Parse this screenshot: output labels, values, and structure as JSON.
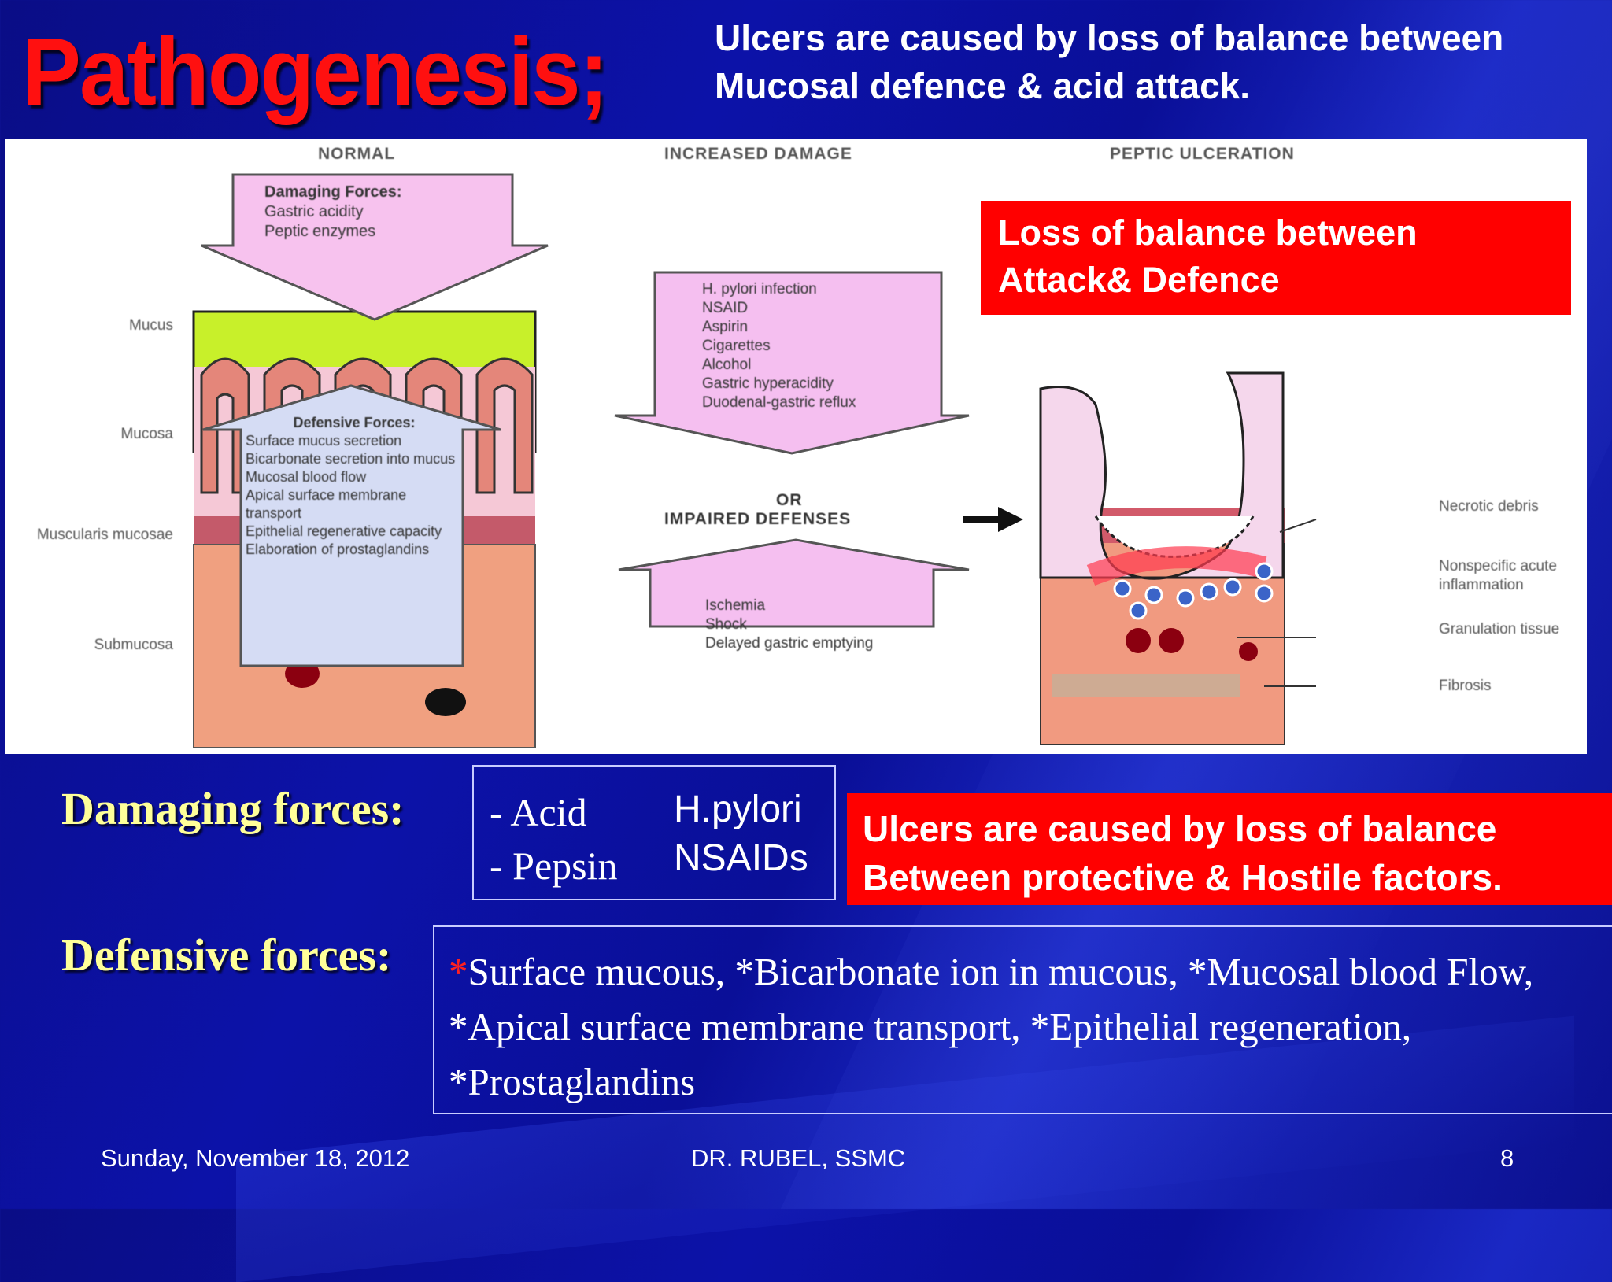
{
  "slide": {
    "title": "Pathogenesis;",
    "subtitle_line1": "Ulcers are caused by loss of balance between",
    "subtitle_line2": "Mucosal defence & acid attack.",
    "colors": {
      "background": "#0c12a8",
      "title": "#ff1010",
      "callout": "#ff0000",
      "label": "#ffff99",
      "text": "#ffffff"
    }
  },
  "figure": {
    "headings": [
      "NORMAL",
      "INCREASED DAMAGE",
      "PEPTIC ULCERATION"
    ],
    "layer_labels": [
      "Mucus",
      "Mucosa",
      "Muscularis mucosae",
      "Submucosa"
    ],
    "damaging_arrow": {
      "title": "Damaging Forces:",
      "items": [
        "Gastric acidity",
        "Peptic enzymes"
      ]
    },
    "defensive_arrow": {
      "title": "Defensive Forces:",
      "items": [
        "Surface mucus secretion",
        "Bicarbonate secretion into mucus",
        "Mucosal blood flow",
        "Apical surface membrane transport",
        "Epithelial regenerative capacity",
        "Elaboration of prostaglandins"
      ]
    },
    "increased_damage_arrow": {
      "items": [
        "H. pylori infection",
        "NSAID",
        "Aspirin",
        "Cigarettes",
        "Alcohol",
        "Gastric hyperacidity",
        "Duodenal-gastric reflux"
      ]
    },
    "or_label": "OR",
    "impaired_label": "IMPAIRED DEFENSES",
    "impaired_arrow": {
      "items": [
        "Ischemia",
        "Shock",
        "Delayed gastric emptying"
      ]
    },
    "ulcer_labels": [
      "Necrotic debris",
      "Nonspecific acute inflammation",
      "Granulation tissue",
      "Fibrosis"
    ],
    "callout": {
      "line1": "Loss of balance between",
      "line2": "Attack& Defence"
    }
  },
  "damaging": {
    "label": "Damaging forces:",
    "col1": [
      "- Acid",
      "- Pepsin"
    ],
    "col2": [
      "H.pylori",
      "NSAIDs"
    ]
  },
  "callout2": {
    "line1": "Ulcers are caused by loss of balance",
    "line2": "Between protective & Hostile factors."
  },
  "defensive": {
    "label": "Defensive forces:",
    "star": "*",
    "text": "Surface mucous, *Bicarbonate ion in mucous, *Mucosal blood Flow, *Apical surface membrane transport, *Epithelial regeneration, *Prostaglandins"
  },
  "footer": {
    "date": "Sunday, November 18, 2012",
    "author": "DR. RUBEL, SSMC",
    "page": "8"
  }
}
